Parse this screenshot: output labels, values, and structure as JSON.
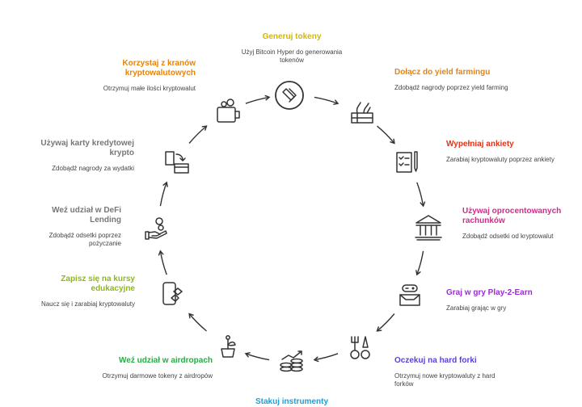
{
  "diagram": {
    "nodes": [
      {
        "id": "generuj-tokeny",
        "title": "Generuj tokeny",
        "desc": "Użyj Bitcoin Hyper do generowania tokenów",
        "color": "#d4b600",
        "icon": "token-icon"
      },
      {
        "id": "yield-farming",
        "title": "Dołącz do yield farmingu",
        "desc": "Zdobądź nagrody poprzez yield farming",
        "color": "#e8830c",
        "icon": "farm-crate-icon"
      },
      {
        "id": "ankiety",
        "title": "Wypełniaj ankiety",
        "desc": "Zarabiaj kryptowaluty poprzez ankiety",
        "color": "#e0341a",
        "icon": "survey-clipboard-icon"
      },
      {
        "id": "oprocentowane",
        "title": "Używaj oprocentowanych rachunków",
        "desc": "Zdobądź odsetki od kryptowalut",
        "color": "#d6298c",
        "icon": "bank-icon"
      },
      {
        "id": "play2earn",
        "title": "Graj w gry Play-2-Earn",
        "desc": "Zarabiaj grając w gry",
        "color": "#9b2bd6",
        "icon": "game-controller-icon"
      },
      {
        "id": "hard-forki",
        "title": "Oczekuj na hard forki",
        "desc": "Otrzymuj nowe kryptowaluty z hard forków",
        "color": "#5b3fd6",
        "icon": "fork-tools-icon"
      },
      {
        "id": "stakuj",
        "title": "Stakuj instrumenty",
        "desc": "",
        "color": "#1f9fd6",
        "icon": "staking-coins-icon"
      },
      {
        "id": "airdropy",
        "title": "Weź udział w airdropach",
        "desc": "Otrzymuj darmowe tokeny z airdropów",
        "color": "#2ea84a",
        "icon": "airdrop-plant-icon"
      },
      {
        "id": "kursy",
        "title": "Zapisz się na kursy edukacyjne",
        "desc": "Naucz się i zarabiaj kryptowaluty",
        "color": "#8cb81a",
        "icon": "education-device-icon"
      },
      {
        "id": "defi",
        "title": "Weź udział w DeFi Lending",
        "desc": "Zdobądź odsetki poprzez pożyczanie",
        "color": "#777777",
        "icon": "lending-hand-icon"
      },
      {
        "id": "karta",
        "title": "Używaj karty kredytowej krypto",
        "desc": "Zdobądź nagrody za wydatki",
        "color": "#777777",
        "icon": "credit-card-icon"
      },
      {
        "id": "krany",
        "title": "Korzystaj z kranów kryptowalutowych",
        "desc": "Otrzymuj małe ilości kryptowalut",
        "color": "#e8830c",
        "icon": "faucet-wallet-icon"
      }
    ]
  }
}
